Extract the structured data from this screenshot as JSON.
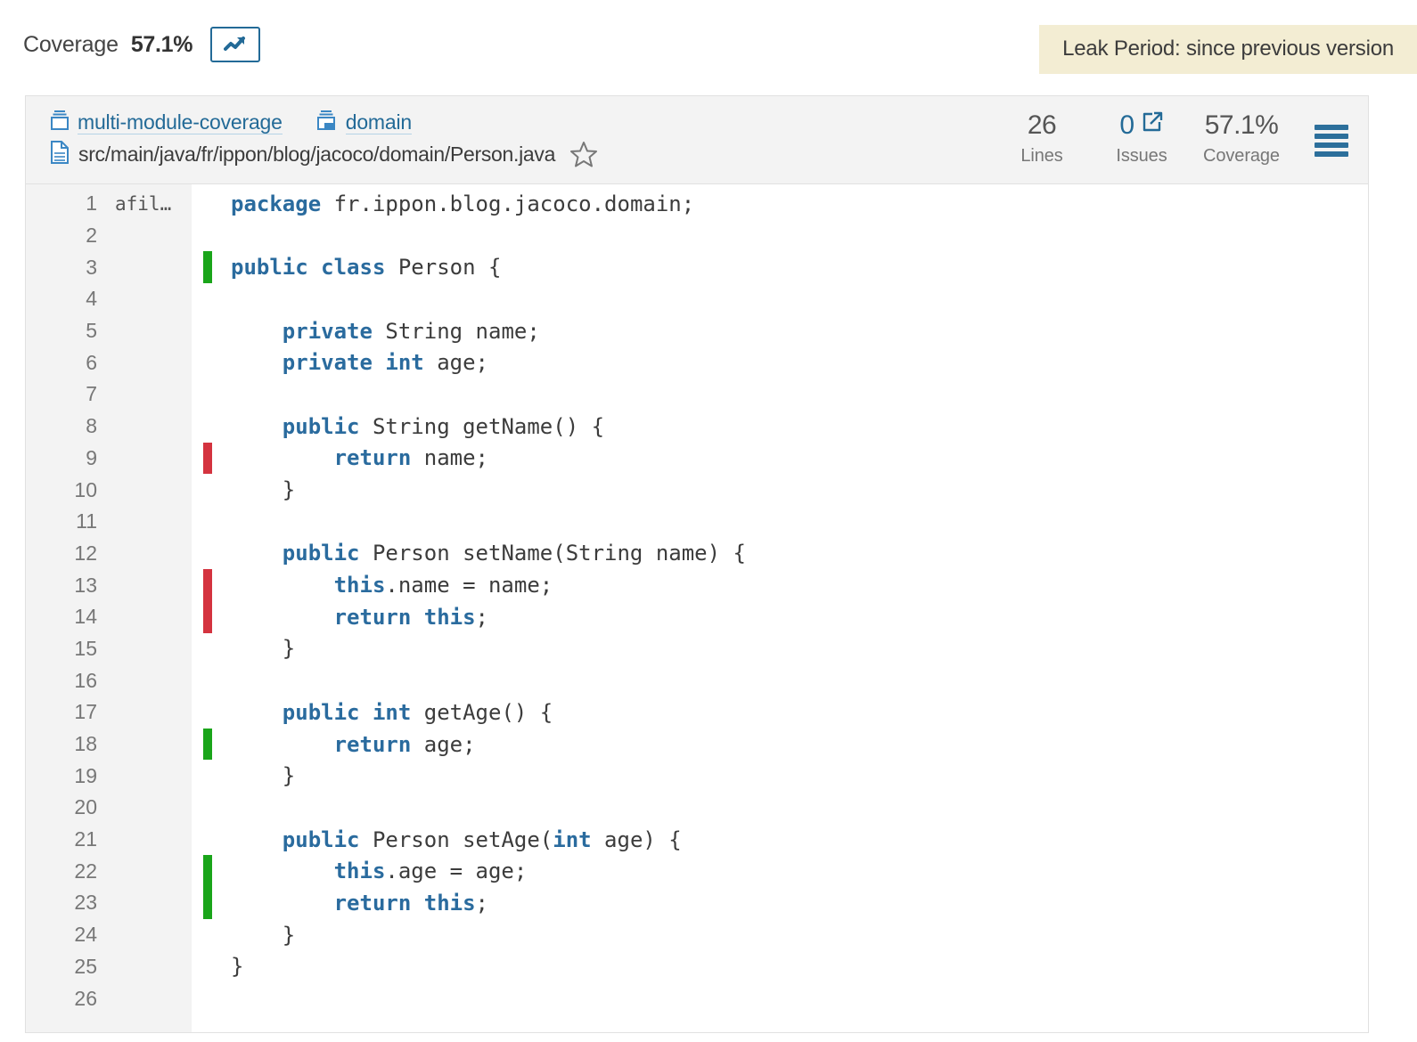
{
  "topbar": {
    "coverage_label": "Coverage",
    "coverage_value": "57.1%",
    "trend_icon": "trend-up-icon",
    "leak_period": "Leak Period: since previous version"
  },
  "file_header": {
    "breadcrumbs": [
      {
        "icon": "module-icon",
        "label": "multi-module-coverage"
      },
      {
        "icon": "submodule-icon",
        "label": "domain"
      }
    ],
    "file_icon": "file-icon",
    "file_path": "src/main/java/fr/ippon/blog/jacoco/domain/Person.java",
    "favorite_icon": "star-outline-icon",
    "metrics": [
      {
        "value": "26",
        "name": "Lines",
        "link": false,
        "icon": null
      },
      {
        "value": "0",
        "name": "Issues",
        "link": true,
        "icon": "external-link-icon"
      },
      {
        "value": "57.1%",
        "name": "Coverage",
        "link": false,
        "icon": null
      }
    ],
    "menu_icon": "hamburger-menu-icon"
  },
  "colors": {
    "keyword": "#2a6b9e",
    "link": "#236a97",
    "covered": "#1aa51a",
    "uncovered": "#d4333f",
    "leak_background": "#f3edd3",
    "gutter_background": "#f3f3f3"
  },
  "code": {
    "scm_author": "afil…",
    "lines": [
      {
        "n": "1",
        "scm": "afil…",
        "cov": "",
        "tokens": [
          {
            "t": "package",
            "k": true
          },
          {
            "t": " fr.ippon.blog.jacoco.domain;",
            "k": false
          }
        ]
      },
      {
        "n": "2",
        "scm": "",
        "cov": "",
        "tokens": []
      },
      {
        "n": "3",
        "scm": "",
        "cov": "green",
        "tokens": [
          {
            "t": "public class",
            "k": true
          },
          {
            "t": " Person {",
            "k": false
          }
        ]
      },
      {
        "n": "4",
        "scm": "",
        "cov": "",
        "tokens": []
      },
      {
        "n": "5",
        "scm": "",
        "cov": "",
        "tokens": [
          {
            "t": "    ",
            "k": false
          },
          {
            "t": "private",
            "k": true
          },
          {
            "t": " String name;",
            "k": false
          }
        ]
      },
      {
        "n": "6",
        "scm": "",
        "cov": "",
        "tokens": [
          {
            "t": "    ",
            "k": false
          },
          {
            "t": "private int",
            "k": true
          },
          {
            "t": " age;",
            "k": false
          }
        ]
      },
      {
        "n": "7",
        "scm": "",
        "cov": "",
        "tokens": []
      },
      {
        "n": "8",
        "scm": "",
        "cov": "",
        "tokens": [
          {
            "t": "    ",
            "k": false
          },
          {
            "t": "public",
            "k": true
          },
          {
            "t": " String getName() {",
            "k": false
          }
        ]
      },
      {
        "n": "9",
        "scm": "",
        "cov": "red",
        "tokens": [
          {
            "t": "        ",
            "k": false
          },
          {
            "t": "return",
            "k": true
          },
          {
            "t": " name;",
            "k": false
          }
        ]
      },
      {
        "n": "10",
        "scm": "",
        "cov": "",
        "tokens": [
          {
            "t": "    }",
            "k": false
          }
        ]
      },
      {
        "n": "11",
        "scm": "",
        "cov": "",
        "tokens": []
      },
      {
        "n": "12",
        "scm": "",
        "cov": "",
        "tokens": [
          {
            "t": "    ",
            "k": false
          },
          {
            "t": "public",
            "k": true
          },
          {
            "t": " Person setName(String name) {",
            "k": false
          }
        ]
      },
      {
        "n": "13",
        "scm": "",
        "cov": "red",
        "tokens": [
          {
            "t": "        ",
            "k": false
          },
          {
            "t": "this",
            "k": true
          },
          {
            "t": ".name = name;",
            "k": false
          }
        ]
      },
      {
        "n": "14",
        "scm": "",
        "cov": "red",
        "tokens": [
          {
            "t": "        ",
            "k": false
          },
          {
            "t": "return this",
            "k": true
          },
          {
            "t": ";",
            "k": false
          }
        ]
      },
      {
        "n": "15",
        "scm": "",
        "cov": "",
        "tokens": [
          {
            "t": "    }",
            "k": false
          }
        ]
      },
      {
        "n": "16",
        "scm": "",
        "cov": "",
        "tokens": []
      },
      {
        "n": "17",
        "scm": "",
        "cov": "",
        "tokens": [
          {
            "t": "    ",
            "k": false
          },
          {
            "t": "public int",
            "k": true
          },
          {
            "t": " getAge() {",
            "k": false
          }
        ]
      },
      {
        "n": "18",
        "scm": "",
        "cov": "green",
        "tokens": [
          {
            "t": "        ",
            "k": false
          },
          {
            "t": "return",
            "k": true
          },
          {
            "t": " age;",
            "k": false
          }
        ]
      },
      {
        "n": "19",
        "scm": "",
        "cov": "",
        "tokens": [
          {
            "t": "    }",
            "k": false
          }
        ]
      },
      {
        "n": "20",
        "scm": "",
        "cov": "",
        "tokens": []
      },
      {
        "n": "21",
        "scm": "",
        "cov": "",
        "tokens": [
          {
            "t": "    ",
            "k": false
          },
          {
            "t": "public",
            "k": true
          },
          {
            "t": " Person setAge(",
            "k": false
          },
          {
            "t": "int",
            "k": true
          },
          {
            "t": " age) {",
            "k": false
          }
        ]
      },
      {
        "n": "22",
        "scm": "",
        "cov": "green",
        "tokens": [
          {
            "t": "        ",
            "k": false
          },
          {
            "t": "this",
            "k": true
          },
          {
            "t": ".age = age;",
            "k": false
          }
        ]
      },
      {
        "n": "23",
        "scm": "",
        "cov": "green",
        "tokens": [
          {
            "t": "        ",
            "k": false
          },
          {
            "t": "return this",
            "k": true
          },
          {
            "t": ";",
            "k": false
          }
        ]
      },
      {
        "n": "24",
        "scm": "",
        "cov": "",
        "tokens": [
          {
            "t": "    }",
            "k": false
          }
        ]
      },
      {
        "n": "25",
        "scm": "",
        "cov": "",
        "tokens": [
          {
            "t": "}",
            "k": false
          }
        ]
      },
      {
        "n": "26",
        "scm": "",
        "cov": "",
        "tokens": []
      }
    ]
  }
}
